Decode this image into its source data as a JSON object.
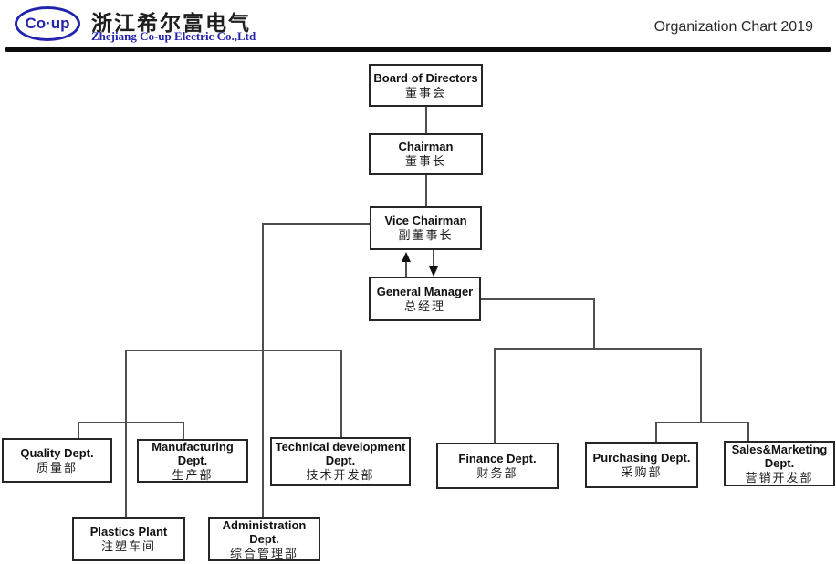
{
  "header": {
    "logo_text": "Co·up",
    "company_name_cn": "浙江希尔富电气",
    "company_name_en": "Zhejiang Co-up Electric Co.,Ltd",
    "title": "Organization Chart 2019"
  },
  "colors": {
    "logo_blue": "#2323ad",
    "connector_gray": "#4f4f4f",
    "divider_black": "#0d0d0d"
  },
  "chart": {
    "nodes": {
      "board": {
        "en": "Board of Directors",
        "cn": "董事会"
      },
      "chairman": {
        "en": "Chairman",
        "cn": "董事长"
      },
      "vice": {
        "en": "Vice Chairman",
        "cn": "副董事长"
      },
      "gm": {
        "en": "General Manager",
        "cn": "总经理"
      },
      "quality": {
        "en": "Quality Dept.",
        "cn": "质量部"
      },
      "manufacturing": {
        "en": "Manufacturing\nDept.",
        "cn": "生产部"
      },
      "technical": {
        "en": "Technical development\nDept.",
        "cn": "技术开发部"
      },
      "finance": {
        "en": "Finance Dept.",
        "cn": "财务部"
      },
      "purchasing": {
        "en": "Purchasing Dept.",
        "cn": "采购部"
      },
      "sales": {
        "en": "Sales&Marketing\nDept.",
        "cn": "营销开发部"
      },
      "plastics": {
        "en": "Plastics Plant",
        "cn": "注塑车间"
      },
      "admin": {
        "en": "Administration\nDept.",
        "cn": "综合管理部"
      }
    }
  }
}
